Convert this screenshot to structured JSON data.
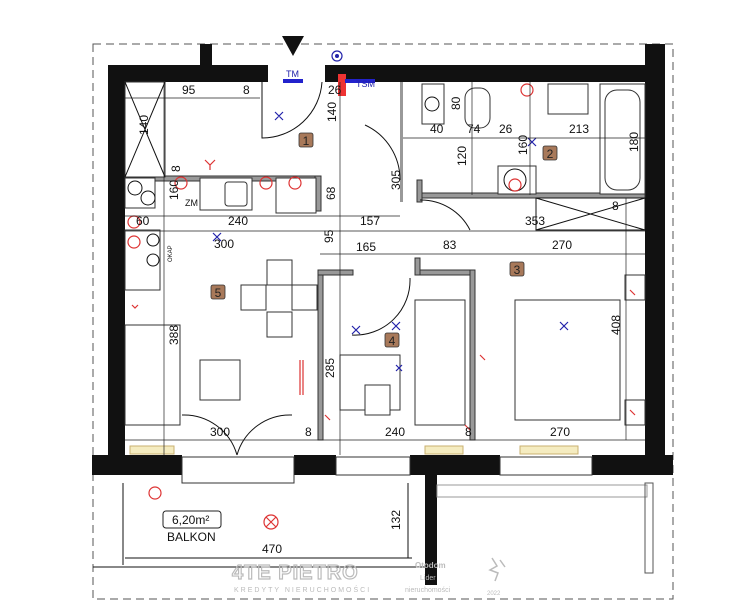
{
  "plan": {
    "rooms": [
      {
        "number": "1"
      },
      {
        "number": "2"
      },
      {
        "number": "3"
      },
      {
        "number": "4"
      },
      {
        "number": "5"
      }
    ],
    "labels": {
      "tm": "TM",
      "tsm": "TSM",
      "zm": "ZM",
      "okap": "OKAP",
      "balcony": "BALKON",
      "balcony_area": "6,20m²"
    },
    "dimensions": [
      "95",
      "8",
      "140",
      "8",
      "160",
      "60",
      "240",
      "300",
      "68",
      "157",
      "95",
      "165",
      "305",
      "26",
      "140",
      "40",
      "74",
      "26",
      "120",
      "160",
      "213",
      "180",
      "80",
      "8",
      "353",
      "83",
      "270",
      "408",
      "388",
      "285",
      "300",
      "8",
      "240",
      "8",
      "270",
      "132",
      "470"
    ],
    "colors": {
      "wall": "#111111",
      "room_badge": "#a8795a",
      "electrical": "#dd3333",
      "switch": "#2222aa"
    }
  },
  "watermark": {
    "logo": "4TE PIETRO",
    "logo_sub": "KREDYTY NIERUCHOMOŚCI",
    "partner": "Otodom",
    "partner_sub1": "Lider",
    "partner_sub2": "nieruchomości",
    "year": "2022"
  }
}
